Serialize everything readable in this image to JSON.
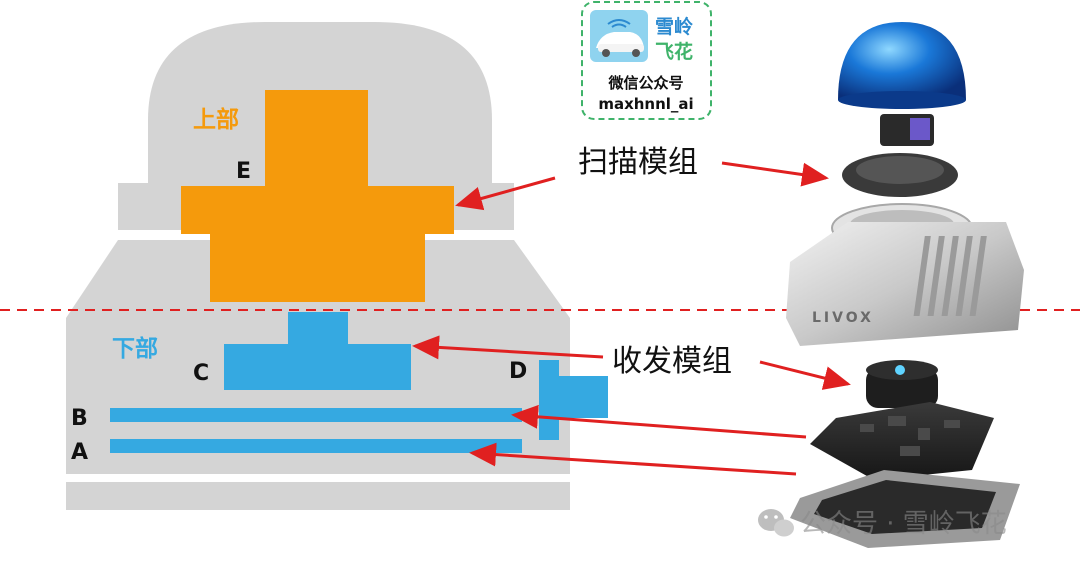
{
  "diagram": {
    "upper_label": "上部",
    "lower_label": "下部",
    "part_e": "E",
    "part_c": "C",
    "part_d": "D",
    "part_b": "B",
    "part_a": "A",
    "scan_module": "扫描模组",
    "txrx_module": "收发模组"
  },
  "badge": {
    "title_line1": "雪岭",
    "title_line2": "飞花",
    "subtitle": "微信公众号",
    "account": "maxhnnl_ai"
  },
  "device": {
    "brand": "LIVOX"
  },
  "watermark": {
    "text": "公众号 · 雪岭飞花"
  },
  "colors": {
    "housing_gray": "#d4d4d4",
    "upper_orange": "#f59a0c",
    "lower_blue": "#35a9e1",
    "arrow_red": "#e02020",
    "badge_border": "#3fb36a"
  }
}
